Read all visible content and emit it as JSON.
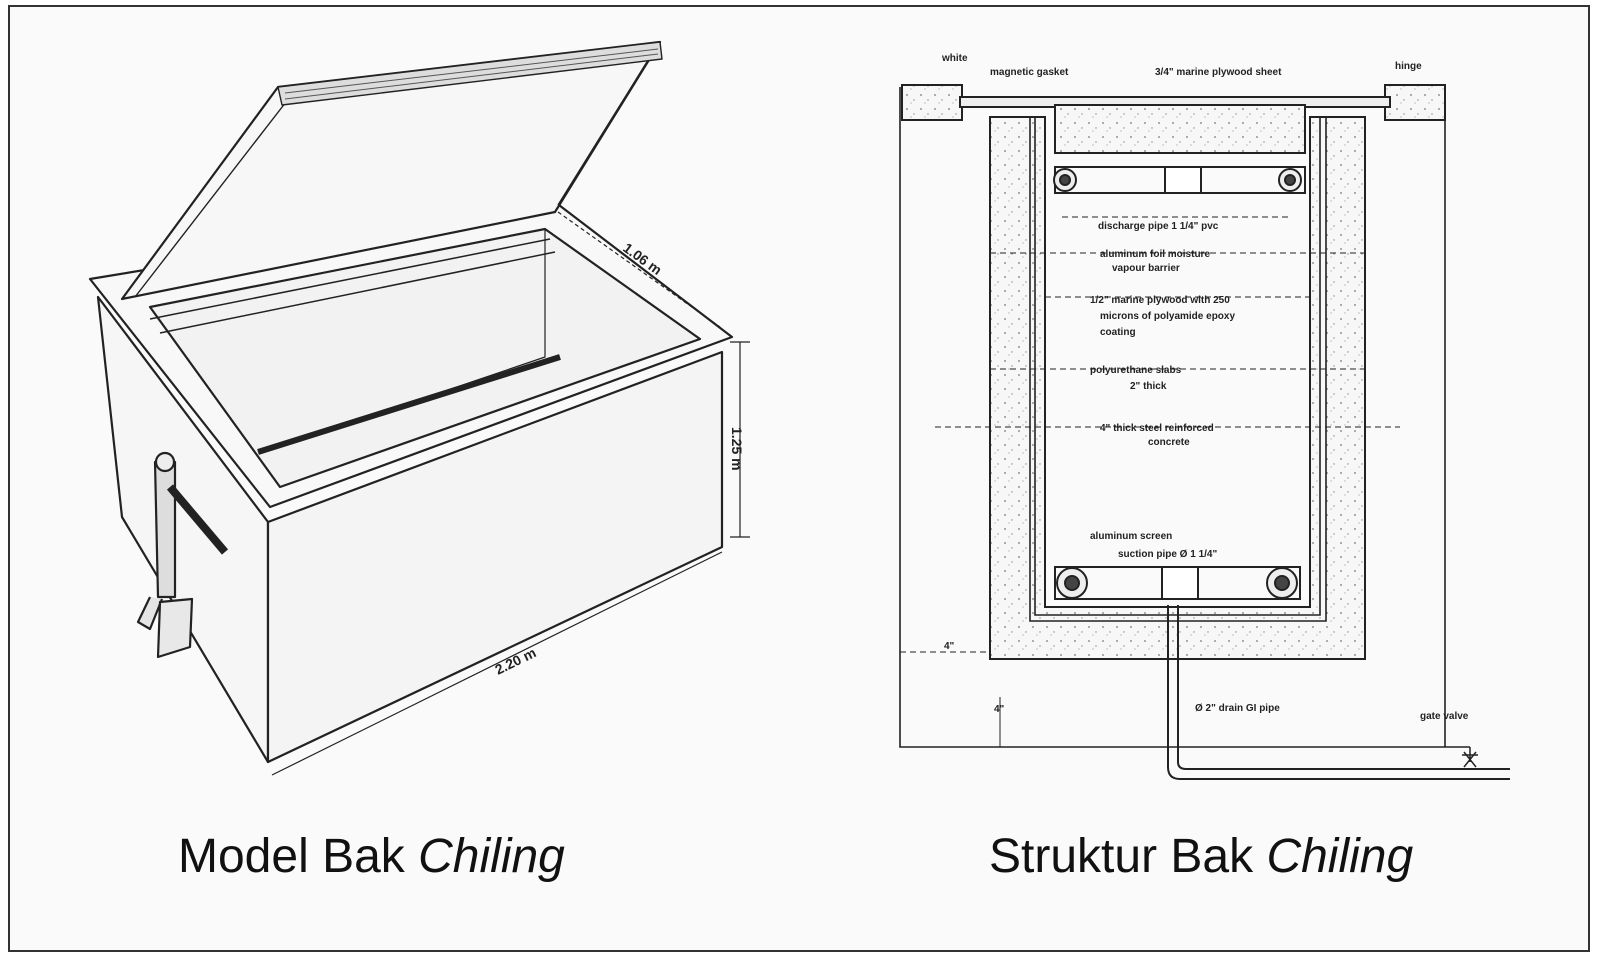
{
  "left_panel": {
    "caption_plain": "Model Bak ",
    "caption_italic": "Chiling",
    "dimensions": {
      "depth": "1.06 m",
      "height": "1.25 m",
      "length": "2.20 m"
    }
  },
  "right_panel": {
    "caption_plain": "Struktur Bak ",
    "caption_italic": "Chiling",
    "labels": {
      "white": "white",
      "magnetic_gasket": "magnetic gasket",
      "plywood_sheet": "3/4\" marine plywood sheet",
      "hinge": "hinge",
      "discharge_pipe": "discharge pipe 1 1/4\" pvc",
      "foil_line1": "aluminum foil moisture",
      "foil_line2": "vapour barrier",
      "plywood_line1": "1/2\" marine plywood with 250",
      "plywood_line2": "microns of polyamide epoxy",
      "plywood_line3": "coating",
      "polyurethane_line1": "polyurethane slabs",
      "polyurethane_line2": "2\" thick",
      "concrete_line1": "4\" thick steel reinforced",
      "concrete_line2": "concrete",
      "screen": "aluminum screen",
      "suction_pipe": "suction pipe Ø 1 1/4\"",
      "wall_dim": "4\"",
      "base_dim": "4\"",
      "drain_pipe": "Ø 2\" drain GI pipe",
      "gate_valve": "gate valve"
    }
  }
}
